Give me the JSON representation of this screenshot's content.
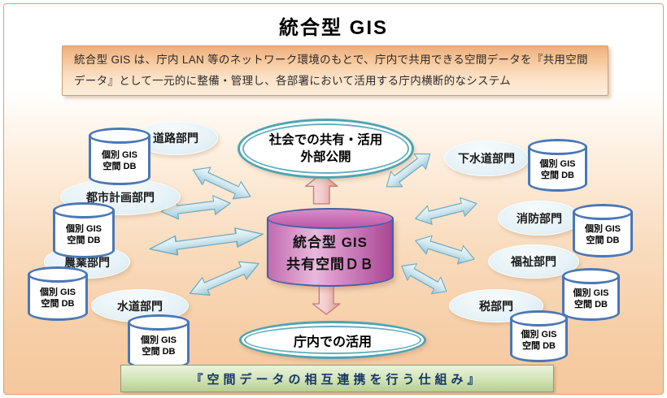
{
  "title": "統合型 GIS",
  "description": "統合型 GIS は、庁内 LAN 等のネットワーク環境のもとで、庁内で共用できる空間データを『共用空間データ』として一元的に整備・管理し、各部署において活用する庁内横断的なシステム",
  "hub_db": {
    "line1": "統合型 GIS",
    "line2": "共有空間ＤＢ"
  },
  "top_ellipse": {
    "line1": "社会での共有・活用",
    "line2": "外部公開"
  },
  "bottom_ellipse": {
    "label": "庁内での活用"
  },
  "individual_db": {
    "line1": "個別 GIS",
    "line2": "空間 DB"
  },
  "departments": [
    {
      "id": "roads",
      "label": "道路部門"
    },
    {
      "id": "urban",
      "label": "都市計画部門"
    },
    {
      "id": "agriculture",
      "label": "農業部門"
    },
    {
      "id": "water",
      "label": "水道部門"
    },
    {
      "id": "sewage",
      "label": "下水道部門"
    },
    {
      "id": "fire",
      "label": "消防部門"
    },
    {
      "id": "welfare",
      "label": "福祉部門"
    },
    {
      "id": "tax",
      "label": "税部門"
    }
  ],
  "footer": {
    "label": "『空間データの相互連携を行う仕組み』"
  },
  "colors": {
    "frame_border": "#e2a06d",
    "background_peach": "#f5c89e",
    "desc_box_top": "#eeae7e",
    "hub_ring_teal": "#4da4b4",
    "db_cylinder_magenta": "#bd58a8",
    "cylinder_border_blue": "#4a77b8",
    "arrow_blue": "#9fccdb",
    "arrow_pink": "#e09a9a",
    "footer_green": "#b7cf92",
    "footer_text_navy": "#16366b"
  }
}
